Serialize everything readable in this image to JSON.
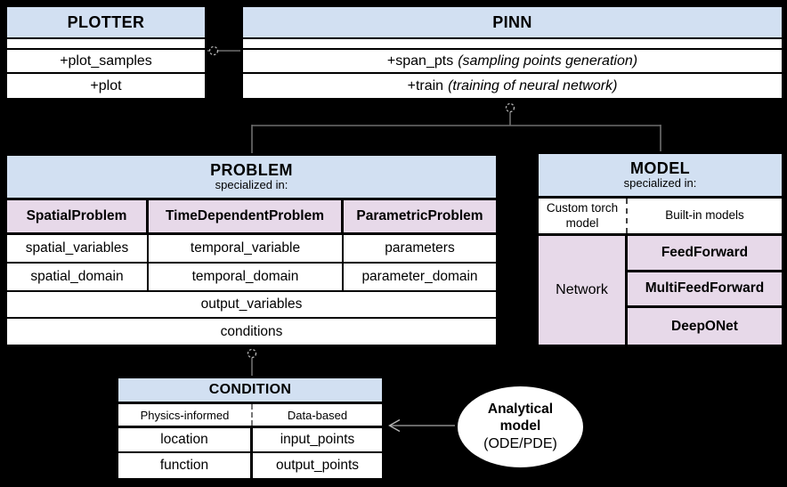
{
  "colors": {
    "background": "#000000",
    "box_fill": "#ffffff",
    "header_blue": "#d2e0f2",
    "lavender_pink": "#e7d9e9",
    "border": "#000000",
    "connector_gray": "#6e6e6e"
  },
  "plotter": {
    "title": "PLOTTER",
    "methods": [
      "+plot_samples",
      "+plot"
    ]
  },
  "pinn": {
    "title": "PINN",
    "methods": [
      {
        "name": "+span_pts",
        "note": "(sampling points generation)"
      },
      {
        "name": "+train",
        "note": "(training of neural network)"
      }
    ]
  },
  "problem": {
    "title": "PROBLEM",
    "subtitle": "specialized in:",
    "columns": [
      "SpatialProblem",
      "TimeDependentProblem",
      "ParametricProblem"
    ],
    "rows": [
      [
        "spatial_variables",
        "temporal_variable",
        "parameters"
      ],
      [
        "spatial_domain",
        "temporal_domain",
        "parameter_domain"
      ]
    ],
    "span_rows": [
      "output_variables",
      "conditions"
    ]
  },
  "model": {
    "title": "MODEL",
    "subtitle": "specialized in:",
    "headers": [
      "Custom torch model",
      "Built-in models"
    ],
    "left_cell": "Network",
    "builtin_models": [
      "FeedForward",
      "MultiFeedForward",
      "DeepONet"
    ]
  },
  "condition": {
    "title": "CONDITION",
    "headers": [
      "Physics-informed",
      "Data-based"
    ],
    "physics_rows": [
      "location",
      "function"
    ],
    "data_rows": [
      "input_points",
      "output_points"
    ]
  },
  "analytical_model": {
    "lines": [
      "Analytical",
      "model",
      "(ODE/PDE)"
    ]
  }
}
